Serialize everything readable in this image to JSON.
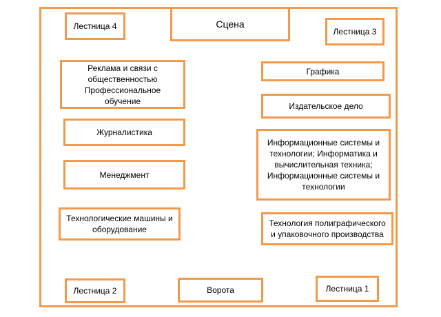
{
  "diagram": {
    "accent_color": "#f29a4a",
    "stage": "Сцена",
    "stairs_4": "Лестница 4",
    "stairs_3": "Лестница 3",
    "stairs_2": "Лестница 2",
    "stairs_1": "Лестница 1",
    "gate": "Ворота",
    "left_booths": [
      "Реклама и связи с\nобщественностью\nПрофессиональное обучение",
      "Журналистика",
      "Менеджмент",
      "Технологические машины и\nоборудование"
    ],
    "right_booths": [
      "Графика",
      "Издательское дело",
      "Информационные системы и\nтехнологии; Информатика и\nвычислительная техника;\nИнформационные системы и\nтехнологии",
      "Технология полиграфического\nи упаковочного производства"
    ]
  }
}
